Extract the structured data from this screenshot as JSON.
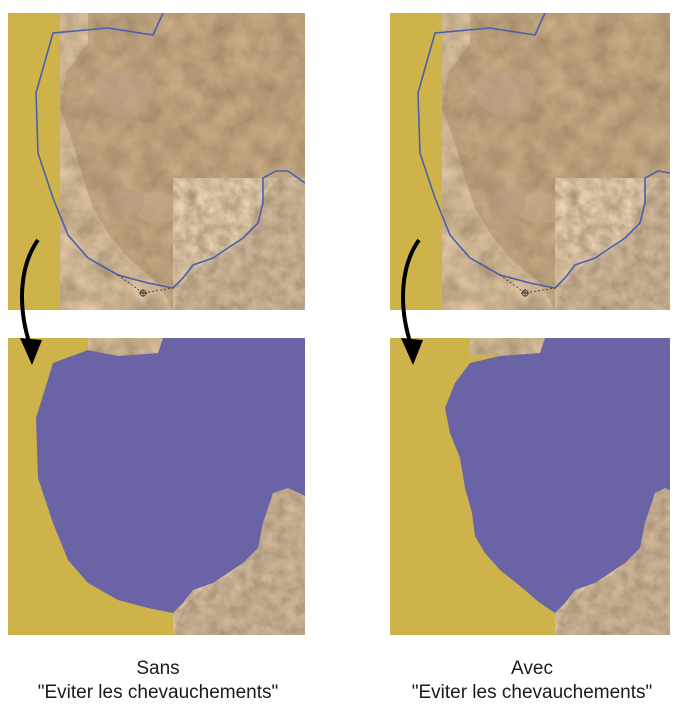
{
  "colors": {
    "background_yellow": "#cdb349",
    "rock_dark": "#8a6a45",
    "rock_mid": "#a9875f",
    "rock_light": "#c0a27e",
    "selection_outline": "#4a5fb0",
    "fill_blue": "#6a64a7",
    "arrow": "#000000"
  },
  "captions": {
    "left_line1": "Sans",
    "left_line2": "\"Eviter les chevauchements\"",
    "right_line1": "Avec",
    "right_line2": "\"Eviter les chevauchements\""
  }
}
